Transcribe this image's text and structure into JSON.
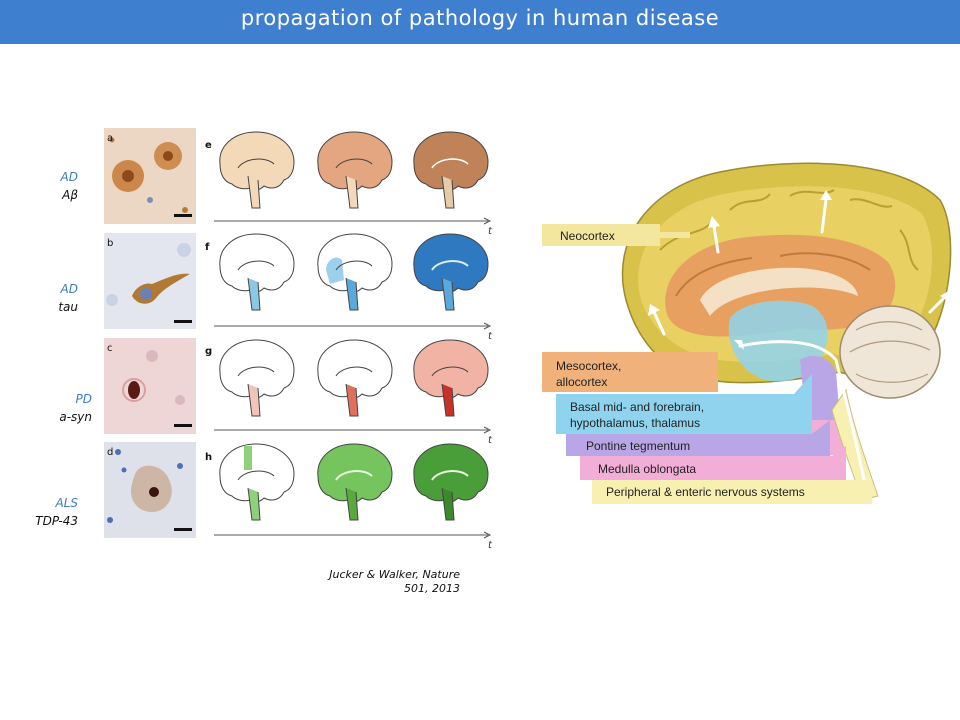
{
  "slide": {
    "title": "propagation of pathology in human disease"
  },
  "rows": [
    {
      "disease": "AD",
      "protein": "Aβ",
      "micro_letter": "a",
      "panel_letter": "e",
      "color": "#c9834a"
    },
    {
      "disease": "AD",
      "protein": "tau",
      "micro_letter": "b",
      "panel_letter": "f",
      "color": "#3f8fd0"
    },
    {
      "disease": "PD",
      "protein": "a-syn",
      "micro_letter": "c",
      "panel_letter": "g",
      "color": "#d9534a"
    },
    {
      "disease": "ALS",
      "protein": "TDP-43",
      "micro_letter": "d",
      "panel_letter": "h",
      "color": "#4fb84a"
    }
  ],
  "axis_label": "t",
  "citation": {
    "line1": "Jucker & Walker, Nature",
    "line2": "501, 2013"
  },
  "brain_regions": [
    {
      "label": "Neocortex",
      "color": "#f3e7a0"
    },
    {
      "label": "Mesocortex,",
      "label2": "allocortex",
      "color": "#f0b27a"
    },
    {
      "label": "Basal mid- and forebrain,",
      "label2": "hypothalamus, thalamus",
      "color": "#8fd3ef"
    },
    {
      "label": "Pontine tegmentum",
      "color": "#b9a6e6"
    },
    {
      "label": "Medulla oblongata",
      "color": "#f2aed6"
    },
    {
      "label": "Peripheral & enteric nervous systems",
      "color": "#f7f0b0"
    }
  ]
}
